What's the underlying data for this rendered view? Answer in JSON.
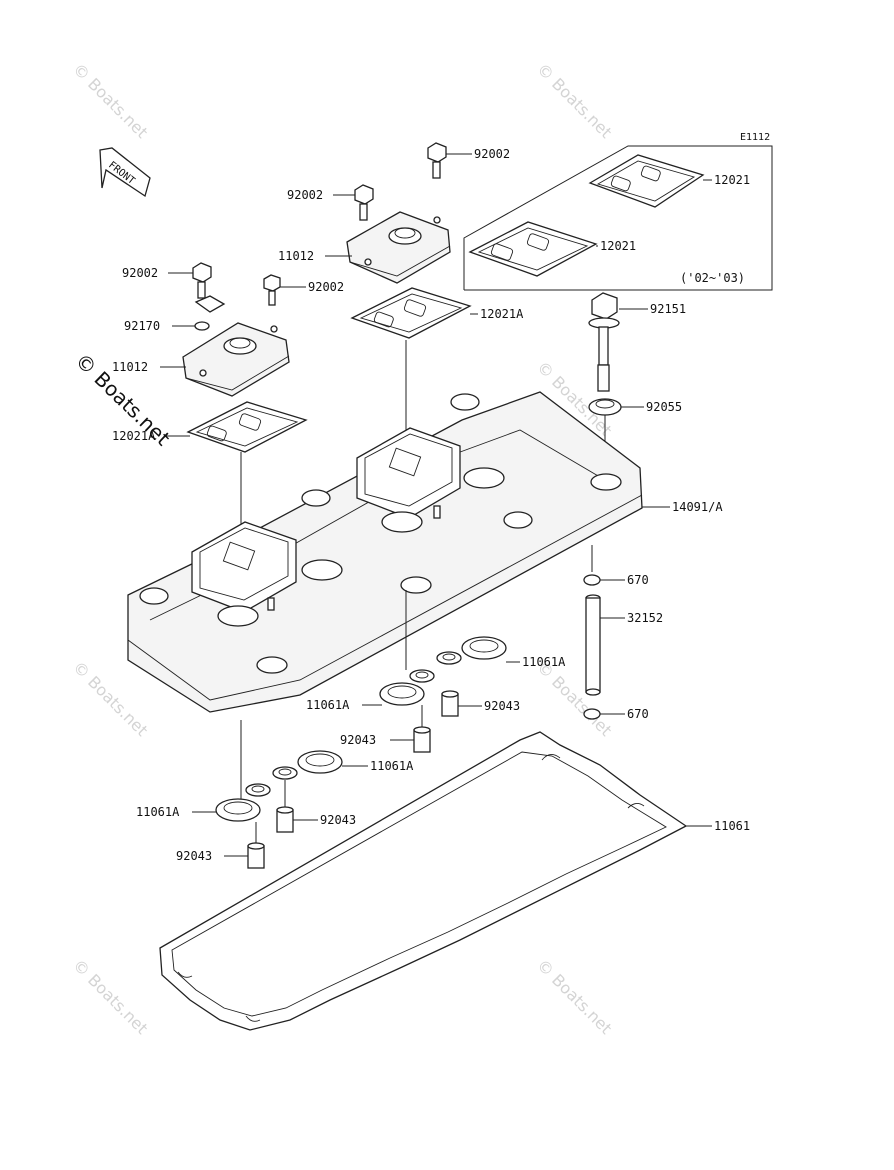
{
  "diagram": {
    "code": "E1112",
    "front_arrow": "FRONT",
    "variant_note": "('02~'03)",
    "labels": {
      "p92002_a": "92002",
      "p92002_b": "92002",
      "p92002_c": "92002",
      "p92002_d": "92002",
      "p11012_a": "11012",
      "p11012_b": "11012",
      "p92170": "92170",
      "p12021_box1": "12021",
      "p12021_box2": "12021",
      "p12021A_a": "12021A",
      "p12021A_b": "12021A",
      "p92151": "92151",
      "p92055": "92055",
      "p14091": "14091/A",
      "p670_a": "670",
      "p670_b": "670",
      "p32152": "32152",
      "p11061A_a": "11061A",
      "p11061A_b": "11061A",
      "p11061A_c": "11061A",
      "p11061A_d": "11061A",
      "p92043_a": "92043",
      "p92043_b": "92043",
      "p92043_c": "92043",
      "p92043_d": "92043",
      "p11061": "11061"
    }
  },
  "watermarks": {
    "main": "© Boats.net",
    "faint": "© Boats.net"
  }
}
